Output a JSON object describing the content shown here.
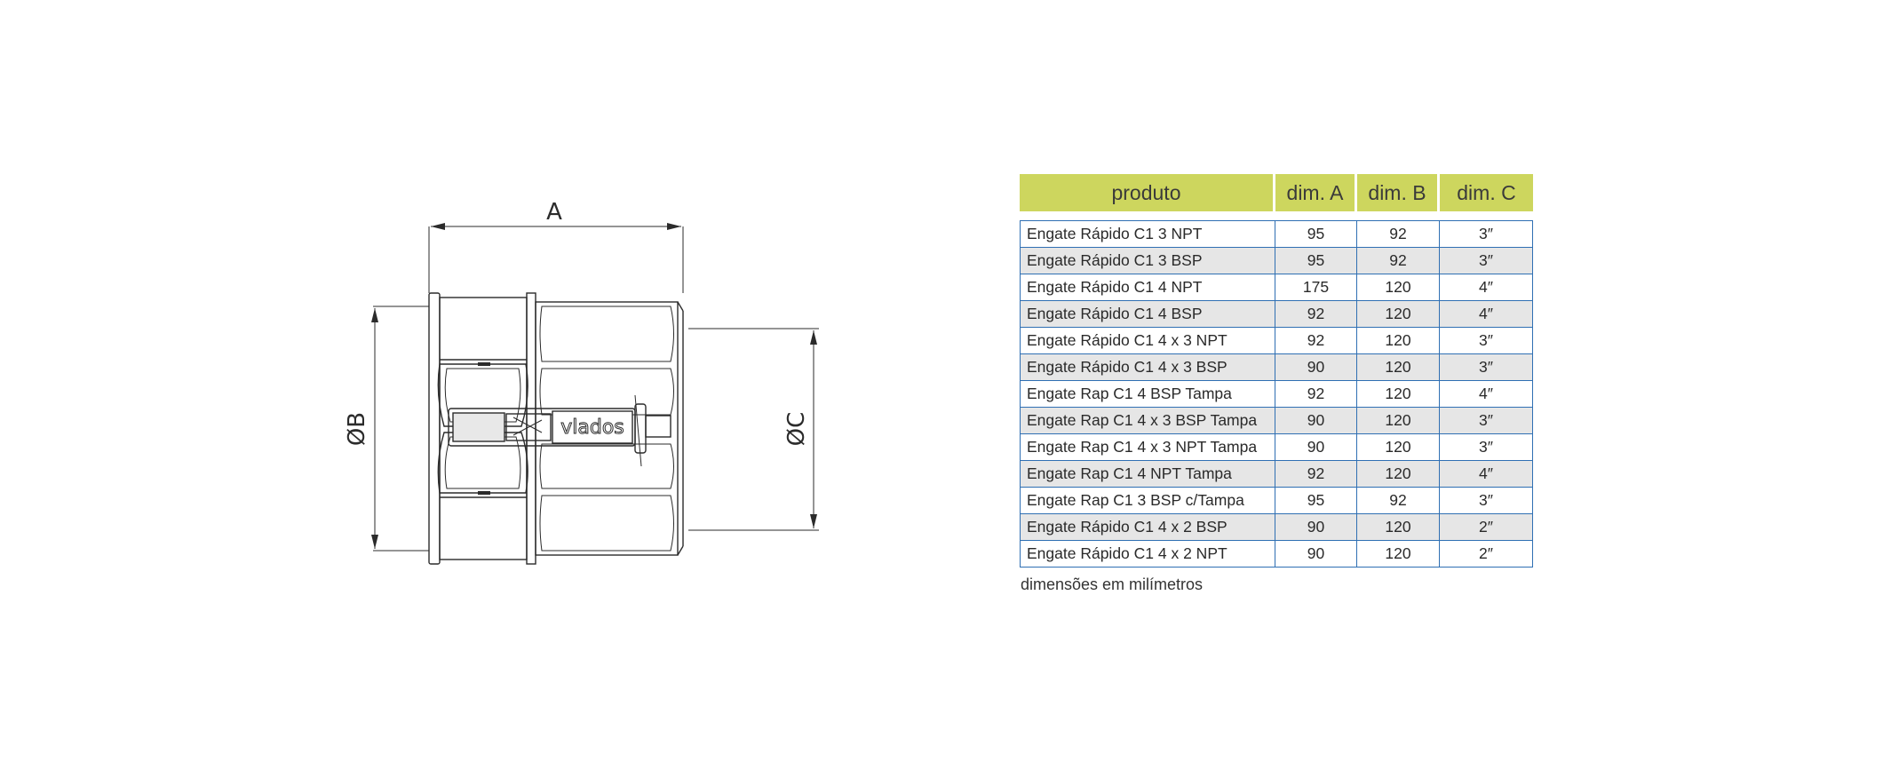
{
  "drawing": {
    "dim_a_label": "A",
    "dim_b_label": "ØB",
    "dim_c_label": "ØC",
    "brand_text": "vlados"
  },
  "table": {
    "headers": [
      "produto",
      "dim. A",
      "dim. B",
      "dim. C"
    ],
    "header_color": "#cdd65e",
    "border_color": "#2f6fb3",
    "rows": [
      {
        "produto": "Engate Rápido C1 3 NPT",
        "a": "95",
        "b": "92",
        "c": "3″"
      },
      {
        "produto": "Engate Rápido C1 3 BSP",
        "a": "95",
        "b": "92",
        "c": "3″"
      },
      {
        "produto": "Engate Rápido C1 4 NPT",
        "a": "175",
        "b": "120",
        "c": "4″"
      },
      {
        "produto": "Engate Rápido C1 4 BSP",
        "a": "92",
        "b": "120",
        "c": "4″"
      },
      {
        "produto": "Engate Rápido C1 4 x 3 NPT",
        "a": "92",
        "b": "120",
        "c": "3″"
      },
      {
        "produto": "Engate Rápido C1 4 x 3 BSP",
        "a": "90",
        "b": "120",
        "c": "3″"
      },
      {
        "produto": "Engate Rap C1 4 BSP Tampa",
        "a": "92",
        "b": "120",
        "c": "4″"
      },
      {
        "produto": "Engate Rap C1 4 x 3 BSP Tampa",
        "a": "90",
        "b": "120",
        "c": "3″"
      },
      {
        "produto": "Engate Rap C1 4 x 3 NPT Tampa",
        "a": "90",
        "b": "120",
        "c": "3″"
      },
      {
        "produto": "Engate Rap C1 4 NPT Tampa",
        "a": "92",
        "b": "120",
        "c": "4″"
      },
      {
        "produto": "Engate Rap C1 3 BSP c/Tampa",
        "a": "95",
        "b": "92",
        "c": "3″"
      },
      {
        "produto": "Engate Rápido C1 4 x 2 BSP",
        "a": "90",
        "b": "120",
        "c": "2″"
      },
      {
        "produto": "Engate Rápido C1 4 x 2 NPT",
        "a": "90",
        "b": "120",
        "c": "2″"
      }
    ]
  },
  "footnote": "dimensões em milímetros"
}
